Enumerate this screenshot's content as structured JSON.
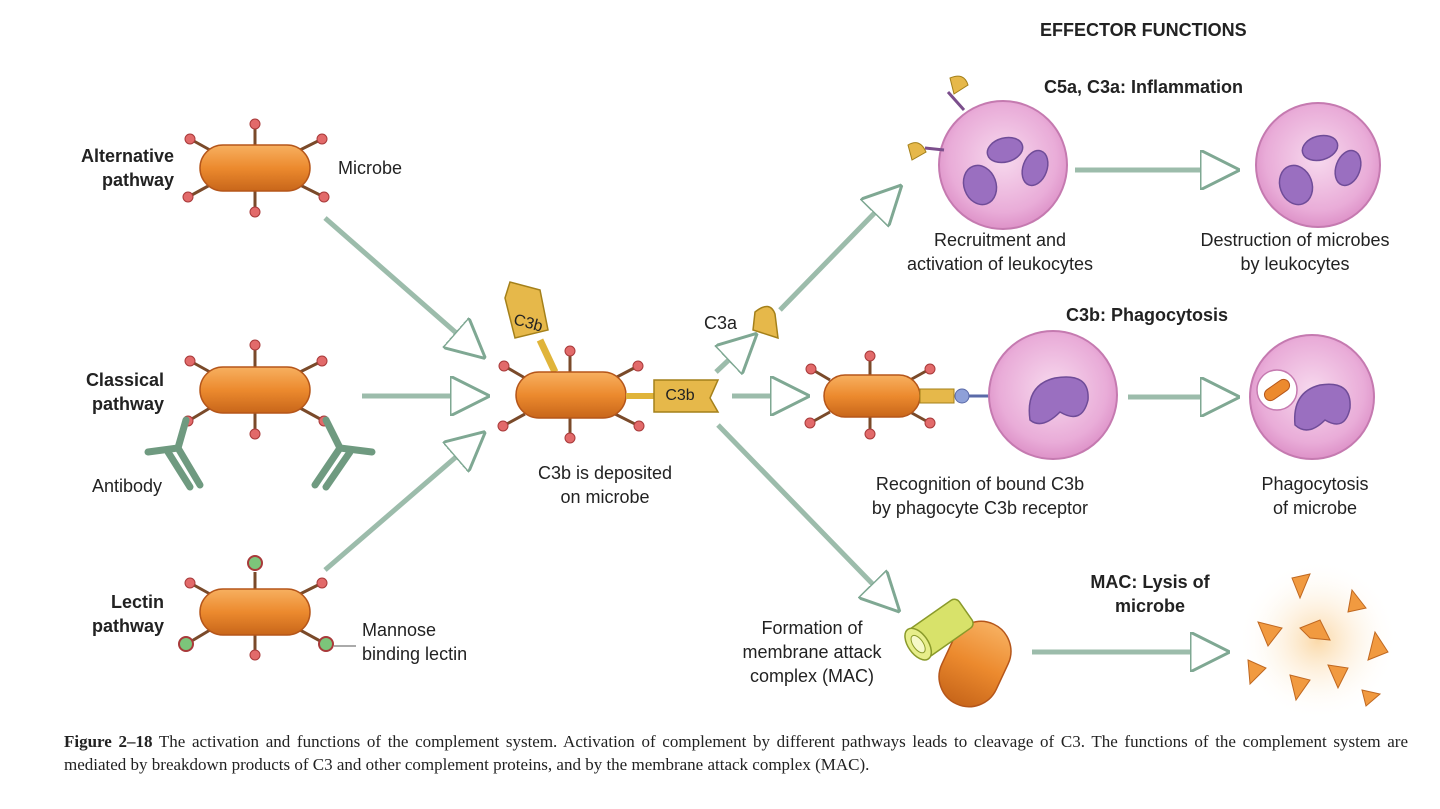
{
  "header": {
    "effector_functions": "EFFECTOR FUNCTIONS"
  },
  "pathways": {
    "alternative": "Alternative\npathway",
    "classical": "Classical\npathway",
    "lectin": "Lectin\npathway"
  },
  "labels": {
    "microbe": "Microbe",
    "antibody": "Antibody",
    "mannose_binding_lectin": "Mannose\nbinding lectin",
    "c3b_deposited": "C3b is deposited\non microbe",
    "c3a": "C3a",
    "c3b_tag": "C3b",
    "recruitment": "Recruitment and\nactivation of leukocytes",
    "destruction": "Destruction of microbes\nby leukocytes",
    "recognition": "Recognition of bound C3b\nby phagocyte C3b receptor",
    "phagocytosis_of_microbe": "Phagocytosis\nof microbe",
    "formation_mac": "Formation of\nmembrane attack\ncomplex (MAC)"
  },
  "effectors": {
    "inflammation": "C5a, C3a: Inflammation",
    "phagocytosis": "C3b: Phagocytosis",
    "lysis": "MAC: Lysis of\nmicrobe"
  },
  "caption": {
    "figure_number": "Figure 2–18",
    "text": "The activation and functions of the complement system. Activation of complement by different pathways leads to cleavage of C3. The functions of the complement system are mediated by breakdown products of C3 and other complement proteins, and by the membrane attack complex (MAC)."
  },
  "colors": {
    "microbe": "#e8822a",
    "arrow": "#8fb3a0",
    "c3": "#e0b43a",
    "cell": "#e7a6d6",
    "nucleus": "#8b6bb8",
    "antibody": "#6f9a80"
  }
}
